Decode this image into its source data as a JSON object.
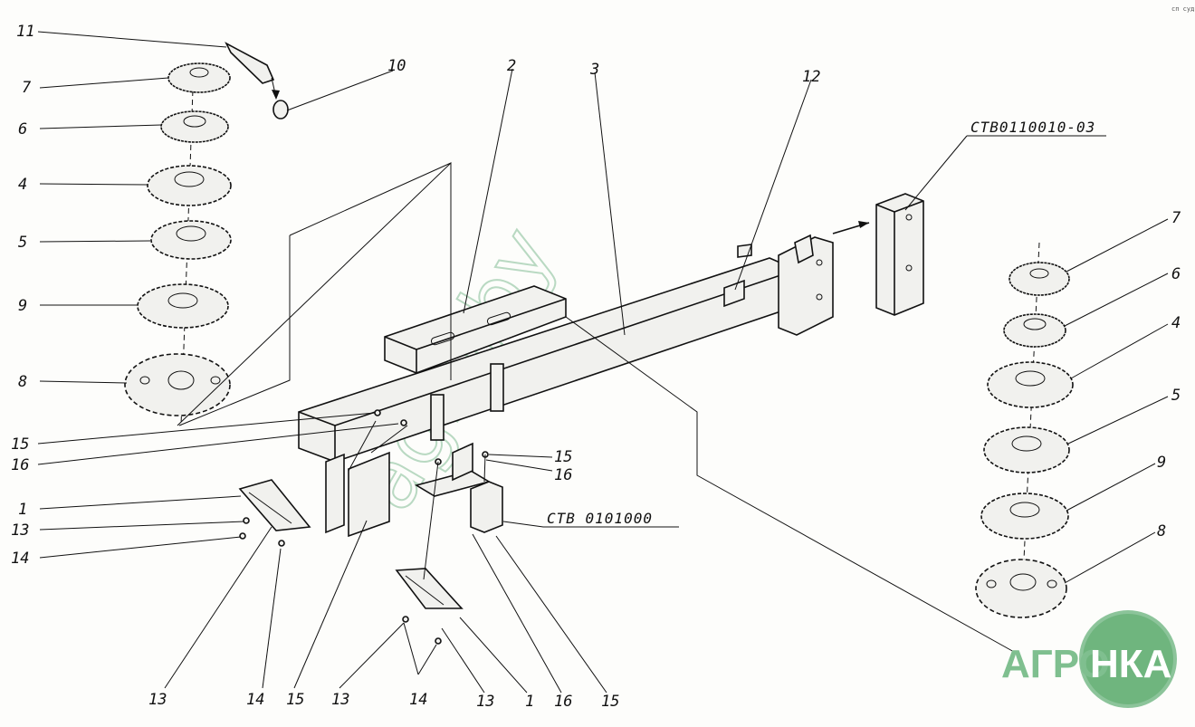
{
  "corner_note": "сп суд",
  "watermark": "agro.by",
  "logo": {
    "left_text": "АГРО",
    "badge_text": "НКА",
    "colors": {
      "green": "#6fb57e",
      "circle_border": "#8cc49a",
      "text": "#7fbf8f"
    }
  },
  "codes": {
    "housing": "СТВ0110010-03",
    "bracket": "СТВ 0101000"
  },
  "callouts": {
    "left_stack": [
      "11",
      "7",
      "6",
      "4",
      "5",
      "9",
      "8"
    ],
    "top": [
      "10",
      "2",
      "3",
      "12"
    ],
    "left_fasteners": [
      "15",
      "16",
      "1",
      "13",
      "14"
    ],
    "mid_fasteners": [
      "15",
      "16"
    ],
    "right_stack": [
      "7",
      "6",
      "4",
      "5",
      "9",
      "8"
    ],
    "bottom": [
      "13",
      "14",
      "15",
      "13",
      "14",
      "13",
      "1",
      "16",
      "15"
    ]
  }
}
